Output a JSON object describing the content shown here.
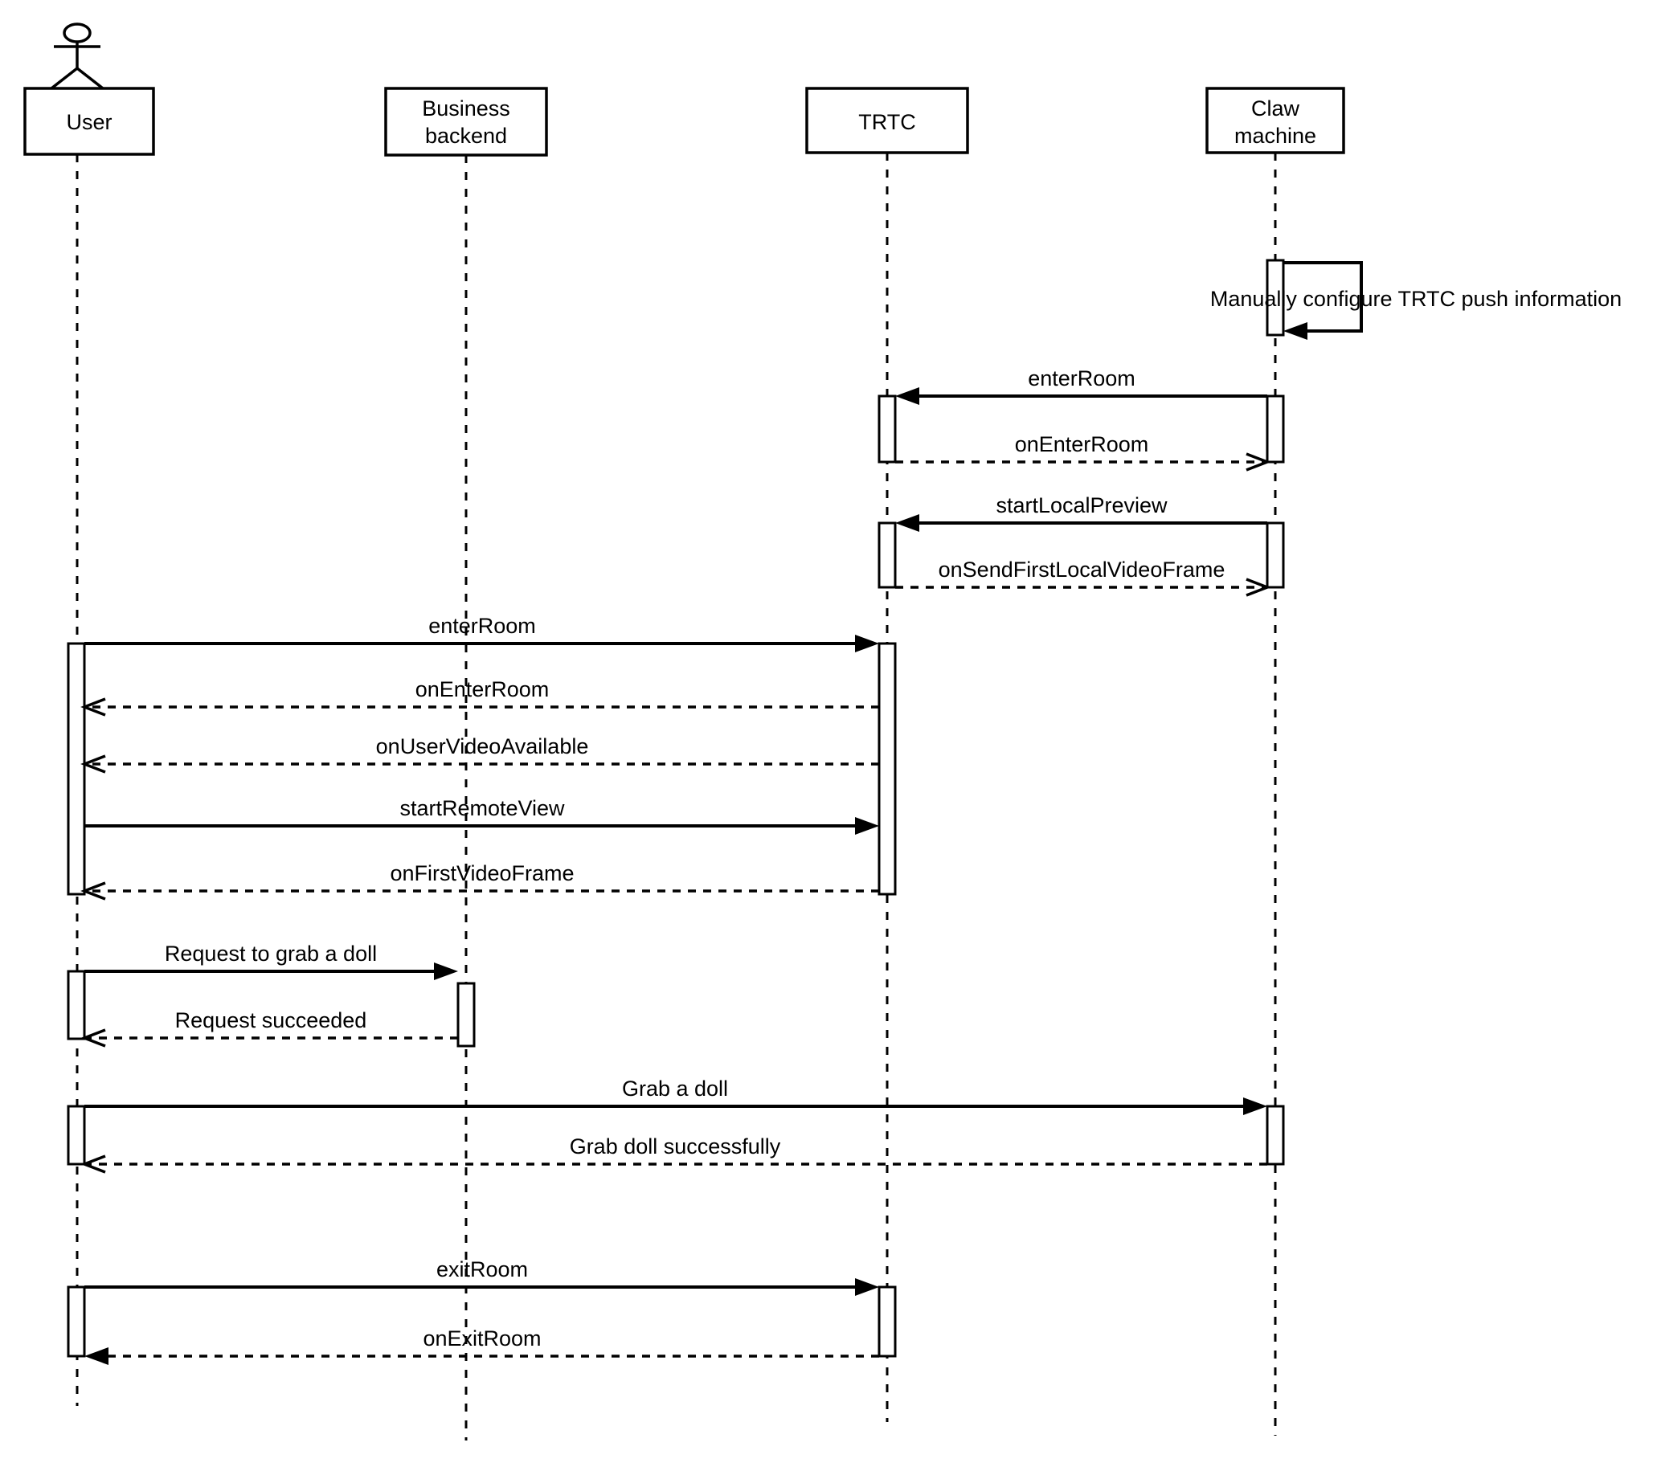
{
  "diagram": {
    "type": "uml-sequence",
    "colors": {
      "stroke": "#000000",
      "background": "#ffffff"
    },
    "participants": [
      {
        "id": "user",
        "type": "actor",
        "label": "User"
      },
      {
        "id": "business-backend",
        "type": "object",
        "label_line1": "Business",
        "label_line2": "backend"
      },
      {
        "id": "trtc",
        "type": "object",
        "label": "TRTC"
      },
      {
        "id": "claw-machine",
        "type": "object",
        "label_line1": "Claw",
        "label_line2": "machine"
      }
    ],
    "messages": [
      {
        "label": "Manually configure TRTC push information",
        "from": "claw-machine",
        "to": "claw-machine",
        "line": "solid",
        "arrowhead": "filled"
      },
      {
        "label": "enterRoom",
        "from": "claw-machine",
        "to": "trtc",
        "line": "solid",
        "arrowhead": "filled"
      },
      {
        "label": "onEnterRoom",
        "from": "trtc",
        "to": "claw-machine",
        "line": "dashed",
        "arrowhead": "open"
      },
      {
        "label": "startLocalPreview",
        "from": "claw-machine",
        "to": "trtc",
        "line": "solid",
        "arrowhead": "filled"
      },
      {
        "label": "onSendFirstLocalVideoFrame",
        "from": "trtc",
        "to": "claw-machine",
        "line": "dashed",
        "arrowhead": "open"
      },
      {
        "label": "enterRoom",
        "from": "user",
        "to": "trtc",
        "line": "solid",
        "arrowhead": "filled"
      },
      {
        "label": "onEnterRoom",
        "from": "trtc",
        "to": "user",
        "line": "dashed",
        "arrowhead": "open"
      },
      {
        "label": "onUserVideoAvailable",
        "from": "trtc",
        "to": "user",
        "line": "dashed",
        "arrowhead": "open"
      },
      {
        "label": "startRemoteView",
        "from": "user",
        "to": "trtc",
        "line": "solid",
        "arrowhead": "filled"
      },
      {
        "label": "onFirstVideoFrame",
        "from": "trtc",
        "to": "user",
        "line": "dashed",
        "arrowhead": "open"
      },
      {
        "label": "Request to grab a doll",
        "from": "user",
        "to": "business-backend",
        "line": "solid",
        "arrowhead": "filled"
      },
      {
        "label": "Request succeeded",
        "from": "business-backend",
        "to": "user",
        "line": "dashed",
        "arrowhead": "open"
      },
      {
        "label": "Grab a doll",
        "from": "user",
        "to": "claw-machine",
        "line": "solid",
        "arrowhead": "filled"
      },
      {
        "label": "Grab doll successfully",
        "from": "claw-machine",
        "to": "user",
        "line": "dashed",
        "arrowhead": "open"
      },
      {
        "label": "exitRoom",
        "from": "user",
        "to": "trtc",
        "line": "solid",
        "arrowhead": "filled"
      },
      {
        "label": "onExitRoom",
        "from": "trtc",
        "to": "user",
        "line": "dashed",
        "arrowhead": "filled"
      }
    ]
  }
}
